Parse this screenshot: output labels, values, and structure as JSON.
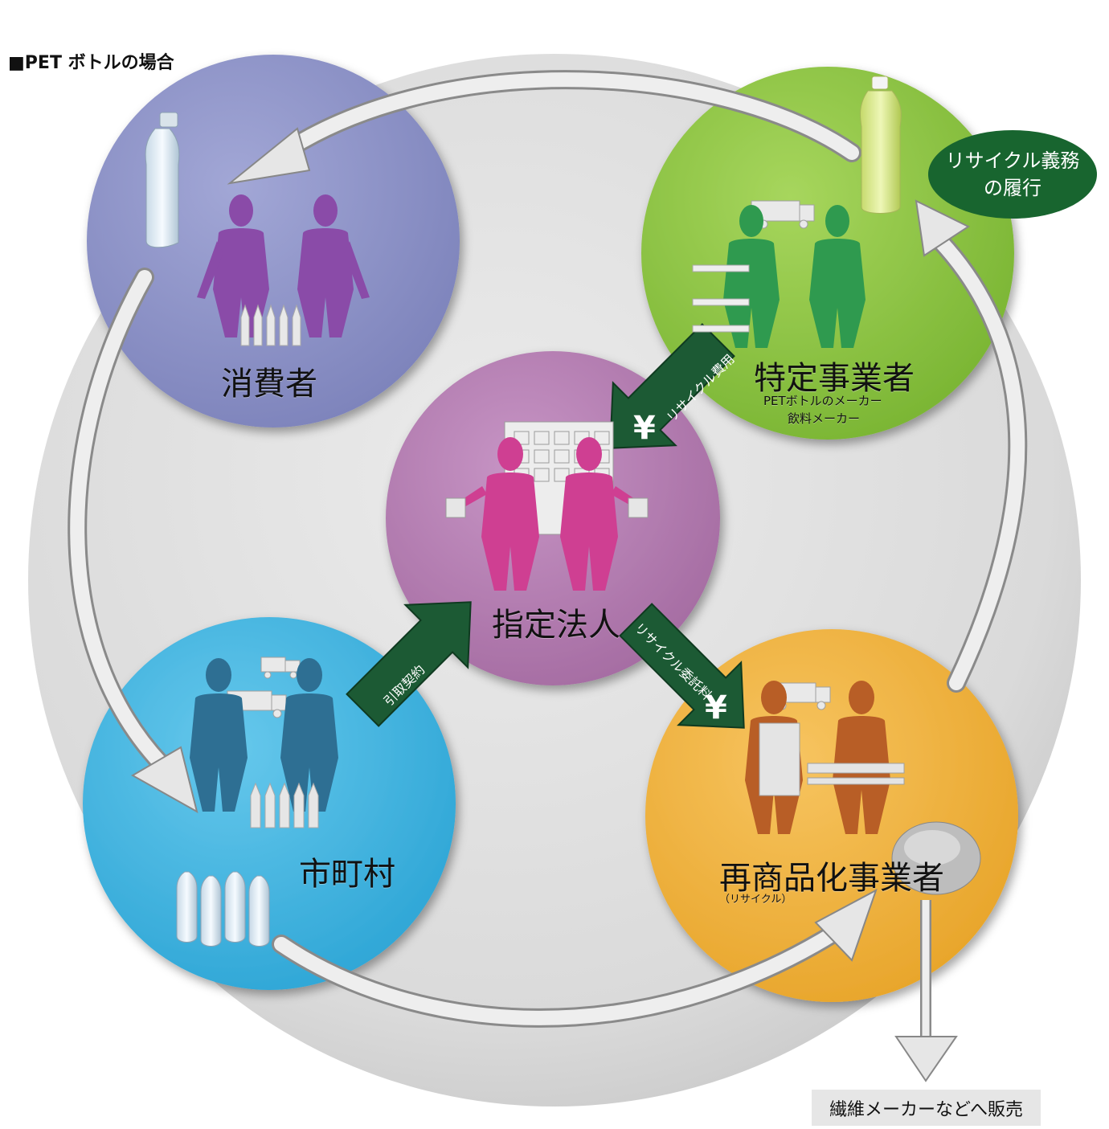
{
  "title": "■PET ボトルの場合",
  "nodes": {
    "consumer": {
      "label": "消費者"
    },
    "specific": {
      "label": "特定事業者",
      "sub1": "PETボトルのメーカー",
      "sub2": "飲料メーカー"
    },
    "designated": {
      "label": "指定法人"
    },
    "municipality": {
      "label": "市町村"
    },
    "recycler": {
      "label": "再商品化事業者",
      "sub": "（リサイクル）"
    }
  },
  "badge": {
    "line1": "リサイクル義務",
    "line2": "の履行"
  },
  "arrows": {
    "recycle_cost": "リサイクル費用",
    "pickup_contract": "引取契約",
    "recycle_fee": "リサイクル委託料",
    "yen": "¥"
  },
  "sale": "繊維メーカーなどへ販売",
  "colors": {
    "background_disc": "#dcdcdc",
    "consumer": "#8c92c7",
    "specific": "#8cc63f",
    "designated": "#b77fb5",
    "municipality": "#3fb7e3",
    "recycler": "#f2b13a",
    "green_arrow": "#1c5a34",
    "badge": "#18652f"
  },
  "icons": [
    "pet-bottle-icon",
    "person-figure-icon",
    "truck-icon",
    "building-icon",
    "conveyor-icon",
    "flakes-icon"
  ]
}
